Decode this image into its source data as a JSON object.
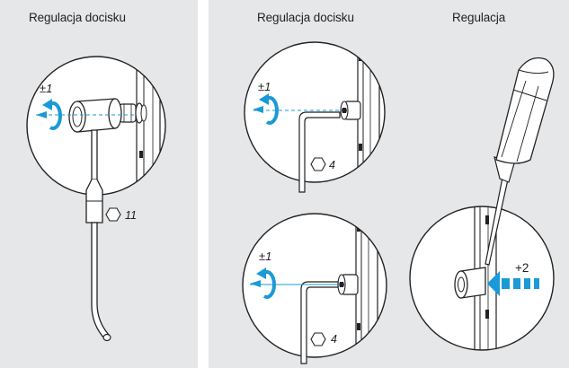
{
  "titles": {
    "left": "Regulacja docisku",
    "middle": "Regulacja docisku",
    "right": "Regulacja"
  },
  "labels": {
    "tol_a": "±1",
    "tol_b": "±1",
    "tol_c": "±1",
    "hex_11": "11",
    "hex_4_a": "4",
    "hex_4_b": "4",
    "plus2": "+2"
  },
  "colors": {
    "panel_bg": "#e6e7e8",
    "accent_blue": "#1a9ad6",
    "line": "#222222"
  }
}
